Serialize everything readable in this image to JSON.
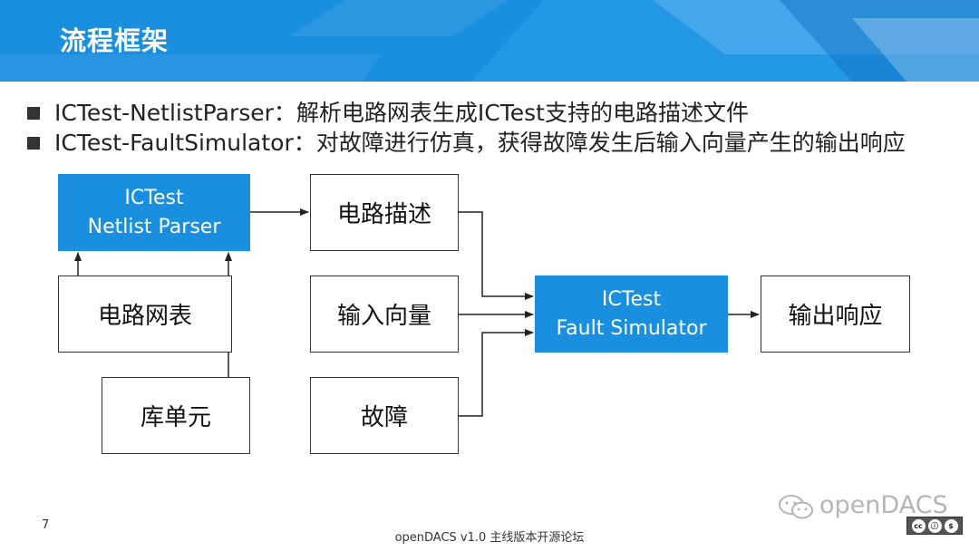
{
  "header": {
    "title": "流程框架"
  },
  "bullets": [
    "ICTest-NetlistParser：解析电路网表生成ICTest支持的电路描述文件",
    "ICTest-FaultSimulator：对故障进行仿真，获得故障发生后输入向量产生的输出响应"
  ],
  "diagram": {
    "netlist_parser": {
      "line1": "ICTest",
      "line2": "Netlist Parser"
    },
    "circuit_desc": "电路描述",
    "circuit_netlist": "电路网表",
    "input_vector": "输入向量",
    "library_cell": "库单元",
    "fault": "故障",
    "fault_simulator": {
      "line1": "ICTest",
      "line2": "Fault Simulator"
    },
    "output_response": "输出响应"
  },
  "footer": {
    "page_number": "7",
    "text": "openDACS v1.0 主线版本开源论坛",
    "watermark": "openDACS",
    "license_icons": [
      "cc-icon",
      "by-icon",
      "nc-icon"
    ]
  },
  "colors": {
    "accent": "#1a8fe0",
    "box_border": "#333333"
  }
}
